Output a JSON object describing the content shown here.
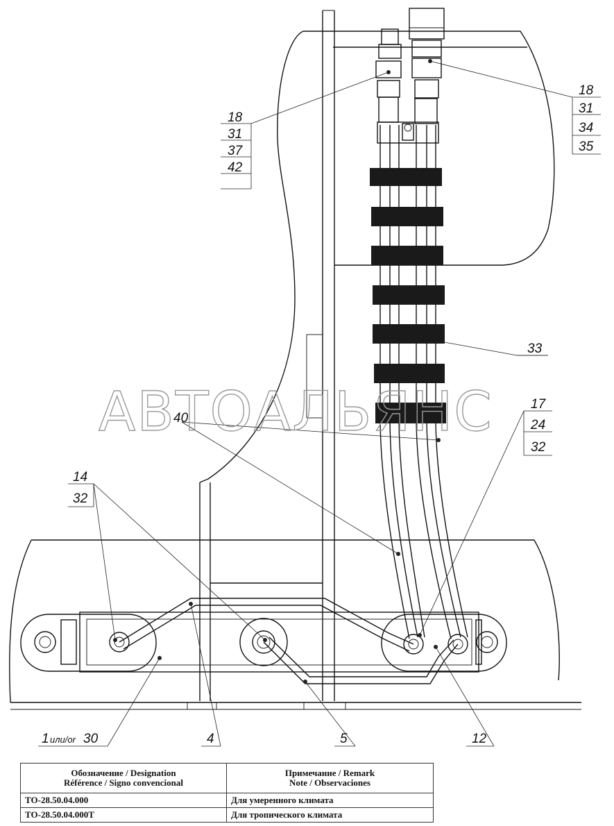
{
  "watermark": "АВТОАЛЬЯНС",
  "callouts": {
    "left_top_stack": [
      "18",
      "31",
      "37",
      "42"
    ],
    "right_top_stack": [
      "18",
      "31",
      "34",
      "35"
    ],
    "item_33": "33",
    "right_mid_stack": [
      "17",
      "24",
      "32"
    ],
    "item_40": "40",
    "left_mid_stack": [
      "14",
      "32"
    ],
    "bottom_1_num": "1",
    "bottom_1_conj": "или/or",
    "bottom_1_alt": "30",
    "bottom_4": "4",
    "bottom_5": "5",
    "bottom_12": "12"
  },
  "table": {
    "header": {
      "designation_line1": "Обозначение / Designation",
      "designation_line2": "Référence / Signo convencional",
      "remark_line1": "Примечание / Remark",
      "remark_line2": "Note / Observaciones"
    },
    "rows": [
      {
        "designation": "ТО-28.50.04.000",
        "remark": "Для умеренного климата"
      },
      {
        "designation": "ТО-28.50.04.000Т",
        "remark": "Для тропического климата"
      }
    ]
  }
}
